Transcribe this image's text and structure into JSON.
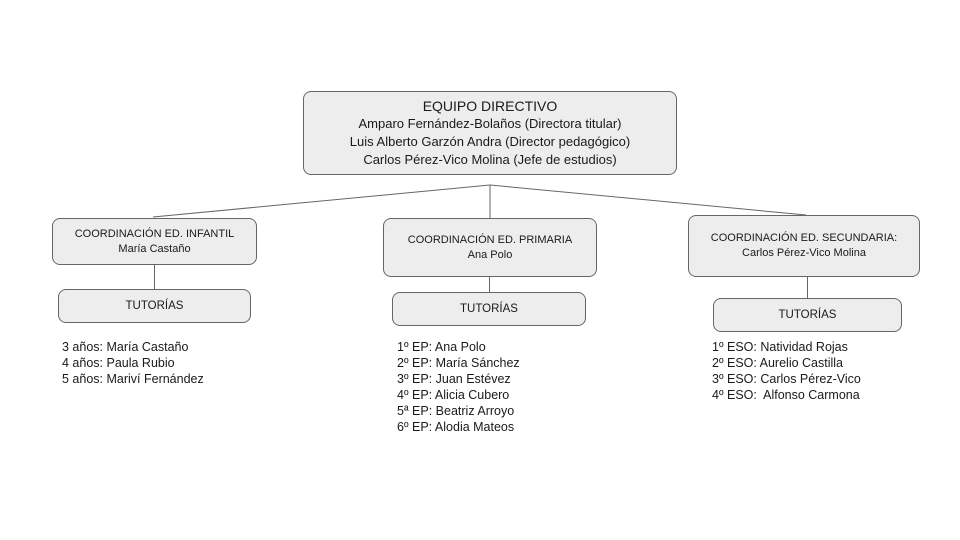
{
  "colors": {
    "box_fill": "#ededed",
    "box_border": "#666666",
    "connector_line": "#666666",
    "text": "#1a1a1a",
    "background": "#ffffff"
  },
  "top_box": {
    "title": "EQUIPO DIRECTIVO",
    "members": [
      "Amparo Fernández-Bolaños (Directora titular)",
      "Luis Alberto Garzón Andra (Director pedagógico)",
      "Carlos Pérez-Vico Molina (Jefe de estudios)"
    ]
  },
  "branches": [
    {
      "id": "infantil",
      "title": "COORDINACIÓN ED. INFANTIL",
      "coordinator": "María Castaño",
      "tutorias_label": "TUTORÍAS",
      "tutors": [
        "3 años: María Castaño",
        "4 años: Paula Rubio",
        "5 años: Mariví Fernández"
      ]
    },
    {
      "id": "primaria",
      "title": "COORDINACIÓN ED. PRIMARIA",
      "coordinator": "Ana Polo",
      "tutorias_label": "TUTORÍAS",
      "tutors": [
        "1º EP: Ana Polo",
        "2º EP: María Sánchez",
        "3º EP: Juan Estévez",
        "4º EP: Alicia Cubero",
        "5ª EP: Beatriz Arroyo",
        "6º EP: Alodia Mateos"
      ]
    },
    {
      "id": "secundaria",
      "title": "COORDINACIÓN ED. SECUNDARIA:",
      "coordinator": "Carlos Pérez-Vico Molina",
      "tutorias_label": "TUTORÍAS",
      "tutors": [
        "1º ESO: Natividad Rojas",
        "2º ESO: Aurelio Castilla",
        "3º ESO: Carlos Pérez-Vico",
        "4º ESO:  Alfonso Carmona"
      ]
    }
  ]
}
